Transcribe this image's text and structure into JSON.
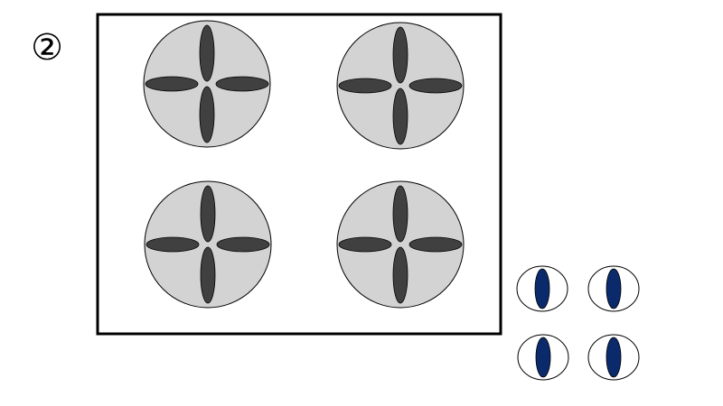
{
  "step_label": "②",
  "colors": {
    "frame_stroke": "#000000",
    "disc_fill": "#d3d3d3",
    "disc_stroke": "#000000",
    "petal_fill": "#404040",
    "small_oval_fill": "#ffffff",
    "small_oval_stroke": "#000000",
    "small_core_fill": "#0b2a6b"
  },
  "frame": {
    "icon": "rectangle-frame"
  },
  "large_discs": [
    {
      "id": "top-left",
      "icon": "four-petal-disc"
    },
    {
      "id": "top-right",
      "icon": "four-petal-disc"
    },
    {
      "id": "bottom-left",
      "icon": "four-petal-disc"
    },
    {
      "id": "bottom-right",
      "icon": "four-petal-disc"
    }
  ],
  "small_ovals": [
    {
      "id": "top-left",
      "icon": "oval-with-core"
    },
    {
      "id": "top-right",
      "icon": "oval-with-core"
    },
    {
      "id": "bottom-left",
      "icon": "oval-with-core"
    },
    {
      "id": "bottom-right",
      "icon": "oval-with-core"
    }
  ]
}
